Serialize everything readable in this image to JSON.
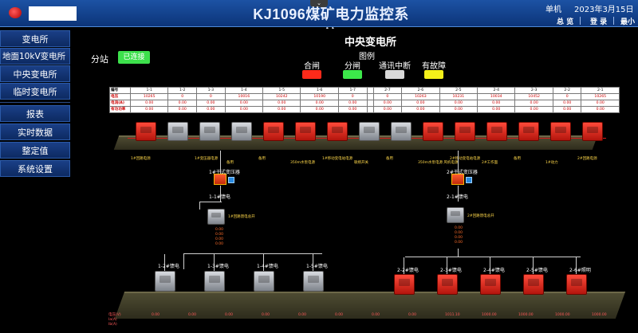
{
  "header": {
    "title": "KJ1096煤矿电力监控系统",
    "mode": "单机",
    "date": "2023年3月15日",
    "buttons": [
      "总 览",
      "登 录",
      "最小"
    ]
  },
  "sidebar": {
    "items": [
      "变电所",
      "地面10kV变电所",
      "中央变电所",
      "临时变电所",
      "报表",
      "实时数据",
      "整定值",
      "系统设置"
    ]
  },
  "main": {
    "title": "中央变电所",
    "substation_label": "分站",
    "connection_status": "已连接",
    "legend": {
      "title": "图例",
      "items": [
        {
          "label": "合闸",
          "color": "#ff2a1a"
        },
        {
          "label": "分闸",
          "color": "#3ce84a"
        },
        {
          "label": "通讯中断",
          "color": "#d8d8d8"
        },
        {
          "label": "有故障",
          "color": "#f4f01a"
        }
      ]
    },
    "table": {
      "headers": [
        "编号",
        "1-1",
        "1-2",
        "1-3",
        "1-4",
        "1-5",
        "1-6",
        "1-7",
        "",
        "2-7",
        "2-6",
        "2-5",
        "2-4",
        "2-3",
        "2-2",
        "2-1"
      ],
      "rows": [
        {
          "label": "电压",
          "values": [
            "10265",
            "0",
            "0",
            "10016",
            "10242",
            "10190",
            "0",
            "",
            "0",
            "10263",
            "10231",
            "10034",
            "10452",
            "0",
            "10265"
          ]
        },
        {
          "label": "电流(A)",
          "values": [
            "0.00",
            "0.00",
            "0.00",
            "0.00",
            "0.00",
            "0.00",
            "0.00",
            "",
            "0.00",
            "0.00",
            "0.00",
            "0.00",
            "0.00",
            "0.00",
            "0.00"
          ]
        },
        {
          "label": "有功功率",
          "values": [
            "0.00",
            "0.00",
            "0.00",
            "0.00",
            "0.00",
            "0.00",
            "0.00",
            "",
            "0.00",
            "0.00",
            "0.00",
            "0.00",
            "0.00",
            "0.00",
            "0.00"
          ]
        }
      ]
    },
    "top_devices": [
      {
        "label": "1#回路电源",
        "state": "red"
      },
      {
        "label": "",
        "state": "gray"
      },
      {
        "label": "1#变压器电源",
        "state": "gray"
      },
      {
        "label": "备用",
        "state": "gray"
      },
      {
        "label": "备用",
        "state": "red"
      },
      {
        "label": "350m水泵电源",
        "state": "red"
      },
      {
        "label": "1#移动变电站电源",
        "state": "red"
      },
      {
        "label": "联络开关",
        "state": "gray"
      },
      {
        "label": "备用",
        "state": "gray"
      },
      {
        "label": "350m水泵电源 风机电源",
        "state": "red"
      },
      {
        "label": "2#移动变电站电源",
        "state": "red"
      },
      {
        "label": "2#工作面",
        "state": "red"
      },
      {
        "label": "备用",
        "state": "red"
      },
      {
        "label": "1#动力",
        "state": "red"
      },
      {
        "label": "2#回路电源",
        "state": "red"
      }
    ],
    "transformers": [
      {
        "label": "1#干式变压器",
        "feeder": "1-1#馈电",
        "circuit": "1#回路馈电总开"
      },
      {
        "label": "2#干式变压器",
        "feeder": "2-1#馈电",
        "circuit": "2#回路馈电总开"
      }
    ],
    "left_feeders": [
      "1-2#馈电",
      "1-3#馈电",
      "1-4#馈电",
      "1-5#馈电"
    ],
    "right_feeders": [
      "2-2#馈电",
      "2-3#馈电",
      "2-4#馈电",
      "2-5#馈电",
      "2-6#照明"
    ],
    "feeder_values": [
      "0.00",
      "0.00",
      "0.00",
      "0.00"
    ],
    "bottom_labels": {
      "voltage": "电压(V)",
      "current": "Ia(A)",
      "power": "Ib(A)"
    },
    "bottom_values": [
      "0.00",
      "0.00",
      "0.00",
      "0.00",
      "0.00",
      "0.00",
      "0.00",
      "0.00",
      "1011.10",
      "1000.00",
      "1000.00",
      "1000.00",
      "1000.00"
    ]
  }
}
